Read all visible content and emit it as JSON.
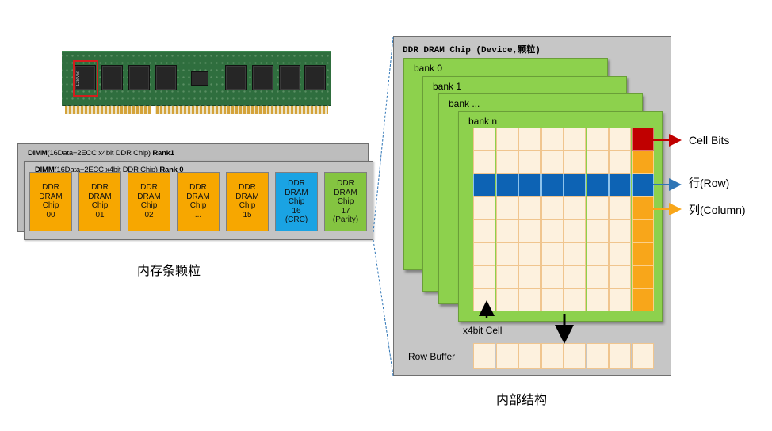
{
  "dimm_picture": {
    "chip_text": "128MB"
  },
  "rank1": {
    "prefix": "DIMM",
    "middle": "(16Data+2ECC x4bit DDR Chip) ",
    "suffix": "Rank1"
  },
  "rank0": {
    "prefix": "DIMM",
    "middle": "(16Data+2ECC x4bit DDR Chip) ",
    "suffix": "Rank 0"
  },
  "chips": [
    {
      "lines": [
        "DDR",
        "DRAM",
        "Chip",
        "00"
      ],
      "color": "#f7a700"
    },
    {
      "lines": [
        "DDR",
        "DRAM",
        "Chip",
        "01"
      ],
      "color": "#f7a700"
    },
    {
      "lines": [
        "DDR",
        "DRAM",
        "Chip",
        "02"
      ],
      "color": "#f7a700"
    },
    {
      "lines": [
        "DDR",
        "DRAM",
        "Chip",
        "..."
      ],
      "color": "#f7a700"
    },
    {
      "lines": [
        "DDR",
        "DRAM",
        "Chip",
        "15"
      ],
      "color": "#f7a700"
    },
    {
      "lines": [
        "DDR",
        "DRAM",
        "Chip",
        "16",
        "(CRC)"
      ],
      "color": "#1aa3e3"
    },
    {
      "lines": [
        "DDR",
        "DRAM",
        "Chip",
        "17",
        "(Parity)"
      ],
      "color": "#84c441"
    }
  ],
  "left_caption": "内存条颗粒",
  "right_caption": "内部结构",
  "chip_panel": {
    "title": "DDR DRAM Chip (Device,颗粒)"
  },
  "banks": [
    "bank 0",
    "bank 1",
    "bank ...",
    "bank n"
  ],
  "legend": {
    "cell_bits": "Cell Bits",
    "row": "行(Row)",
    "column": "列(Column)"
  },
  "cell_label": "x4bit Cell",
  "row_buffer_label": "Row Buffer",
  "colors": {
    "row": "#0d63b4",
    "column": "#f8a61a",
    "cell_bit": "#c00000",
    "bank": "#8dd14d"
  }
}
